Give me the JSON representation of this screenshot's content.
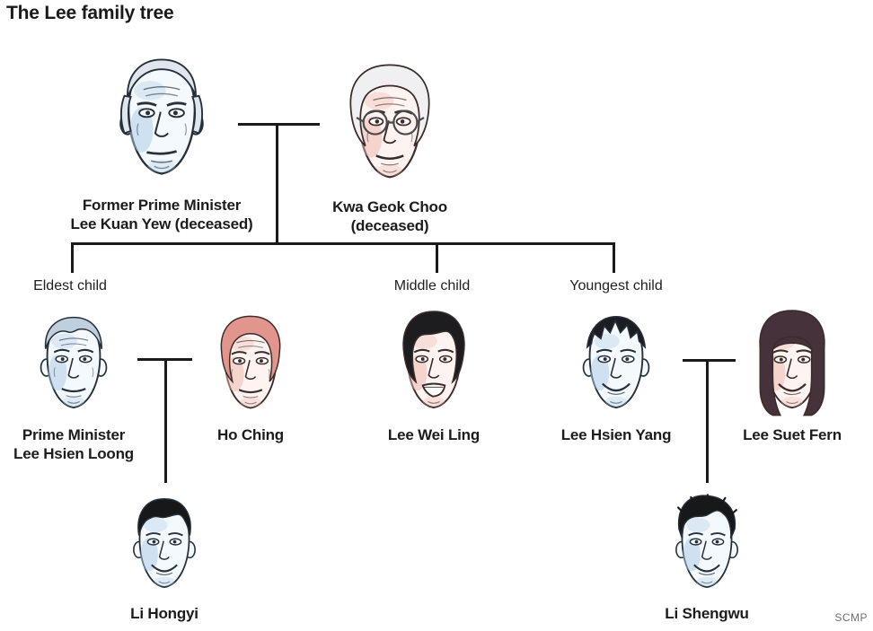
{
  "title": "The Lee family tree",
  "credit": "SCMP",
  "colors": {
    "line": "#1a1a1a",
    "text": "#1c1c1c",
    "muted": "#6f6f6f",
    "blue_light": "#dcecf8",
    "blue_shade": "#a9c9e6",
    "pink_light": "#fbe3df",
    "pink_shade": "#f0b3ab",
    "ink_blue": "#26303b",
    "ink_pink": "#3b2b29"
  },
  "generation_labels": [
    {
      "id": "eldest",
      "text": "Eldest child"
    },
    {
      "id": "middle",
      "text": "Middle child"
    },
    {
      "id": "youngest",
      "text": "Youngest child"
    }
  ],
  "people": [
    {
      "id": "lky",
      "lines": [
        "Former Prime Minister",
        "Lee Kuan Yew (deceased)"
      ],
      "portrait": {
        "tint": "blue",
        "hair": "balding",
        "hair_color": "#dfe6ee",
        "glasses": false,
        "expression": "stern",
        "wrinkles": true
      }
    },
    {
      "id": "kgc",
      "lines": [
        "Kwa Geok Choo",
        "(deceased)"
      ],
      "portrait": {
        "tint": "pink",
        "hair": "grandma",
        "hair_color": "#f0eff1",
        "glasses": true,
        "expression": "neutral",
        "wrinkles": true
      }
    },
    {
      "id": "lhl",
      "lines": [
        "Prime Minister",
        "Lee Hsien Loong"
      ],
      "portrait": {
        "tint": "blue",
        "hair": "side",
        "hair_color": "#bfcfdd",
        "glasses": false,
        "expression": "neutral",
        "wrinkles": true
      }
    },
    {
      "id": "hoching",
      "lines": [
        "Ho Ching"
      ],
      "portrait": {
        "tint": "pink",
        "hair": "womanShort",
        "hair_color": "#e2958d",
        "glasses": false,
        "expression": "neutral",
        "wrinkles": true
      }
    },
    {
      "id": "lwl",
      "lines": [
        "Lee Wei Ling"
      ],
      "portrait": {
        "tint": "pink",
        "hair": "full",
        "hair_color": "#1d1d1f",
        "glasses": false,
        "expression": "open",
        "wrinkles": false
      }
    },
    {
      "id": "lhy",
      "lines": [
        "Lee Hsien Yang"
      ],
      "portrait": {
        "tint": "blue",
        "hair": "spiky",
        "hair_color": "#1c1d22",
        "glasses": false,
        "expression": "smile",
        "wrinkles": false
      }
    },
    {
      "id": "lsf",
      "lines": [
        "Lee Suet Fern"
      ],
      "portrait": {
        "tint": "pink",
        "hair": "longBangs",
        "hair_color": "#46323b",
        "glasses": false,
        "expression": "smile",
        "wrinkles": false
      }
    },
    {
      "id": "hongyi",
      "lines": [
        "Li Hongyi"
      ],
      "portrait": {
        "tint": "blue",
        "hair": "youngFull",
        "hair_color": "#17181a",
        "glasses": false,
        "expression": "smile",
        "wrinkles": false
      }
    },
    {
      "id": "shengwu",
      "lines": [
        "Li Shengwu"
      ],
      "portrait": {
        "tint": "blue",
        "hair": "messy",
        "hair_color": "#17181a",
        "glasses": false,
        "expression": "smile",
        "wrinkles": false
      }
    }
  ]
}
